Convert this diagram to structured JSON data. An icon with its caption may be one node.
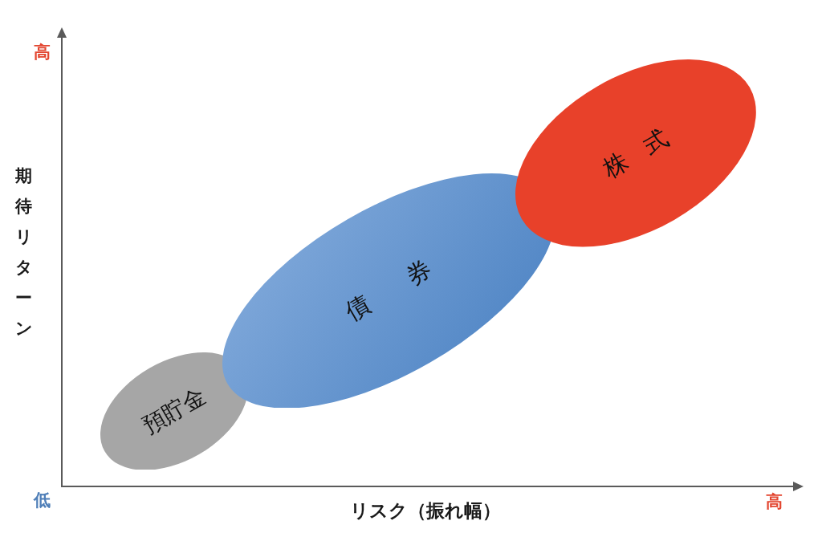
{
  "diagram": {
    "nodes": [
      {
        "text": [
          "預貯金"
        ]
      },
      {
        "text": [
          "債券"
        ]
      },
      {
        "text": [
          "株式"
        ]
      }
    ],
    "labels": [
      "高",
      "期待リターン",
      "低",
      "高",
      "リスク（振れ幅）"
    ]
  }
}
